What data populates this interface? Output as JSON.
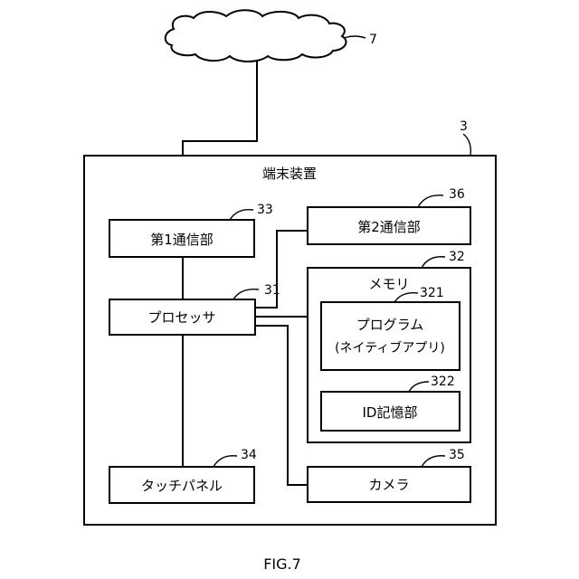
{
  "network": {
    "ref": "7"
  },
  "device": {
    "title": "端末装置",
    "ref": "3"
  },
  "comm1": {
    "label": "第1通信部",
    "ref": "33"
  },
  "comm2": {
    "label": "第2通信部",
    "ref": "36"
  },
  "processor": {
    "label": "プロセッサ",
    "ref": "31"
  },
  "memory": {
    "label": "メモリ",
    "ref": "32"
  },
  "program": {
    "line1": "プログラム",
    "line2": "(ネイティブアプリ)",
    "ref": "321"
  },
  "id_storage": {
    "label": "ID記憶部",
    "ref": "322"
  },
  "touch_panel": {
    "label": "タッチパネル",
    "ref": "34"
  },
  "camera": {
    "label": "カメラ",
    "ref": "35"
  },
  "caption": "FIG.7"
}
